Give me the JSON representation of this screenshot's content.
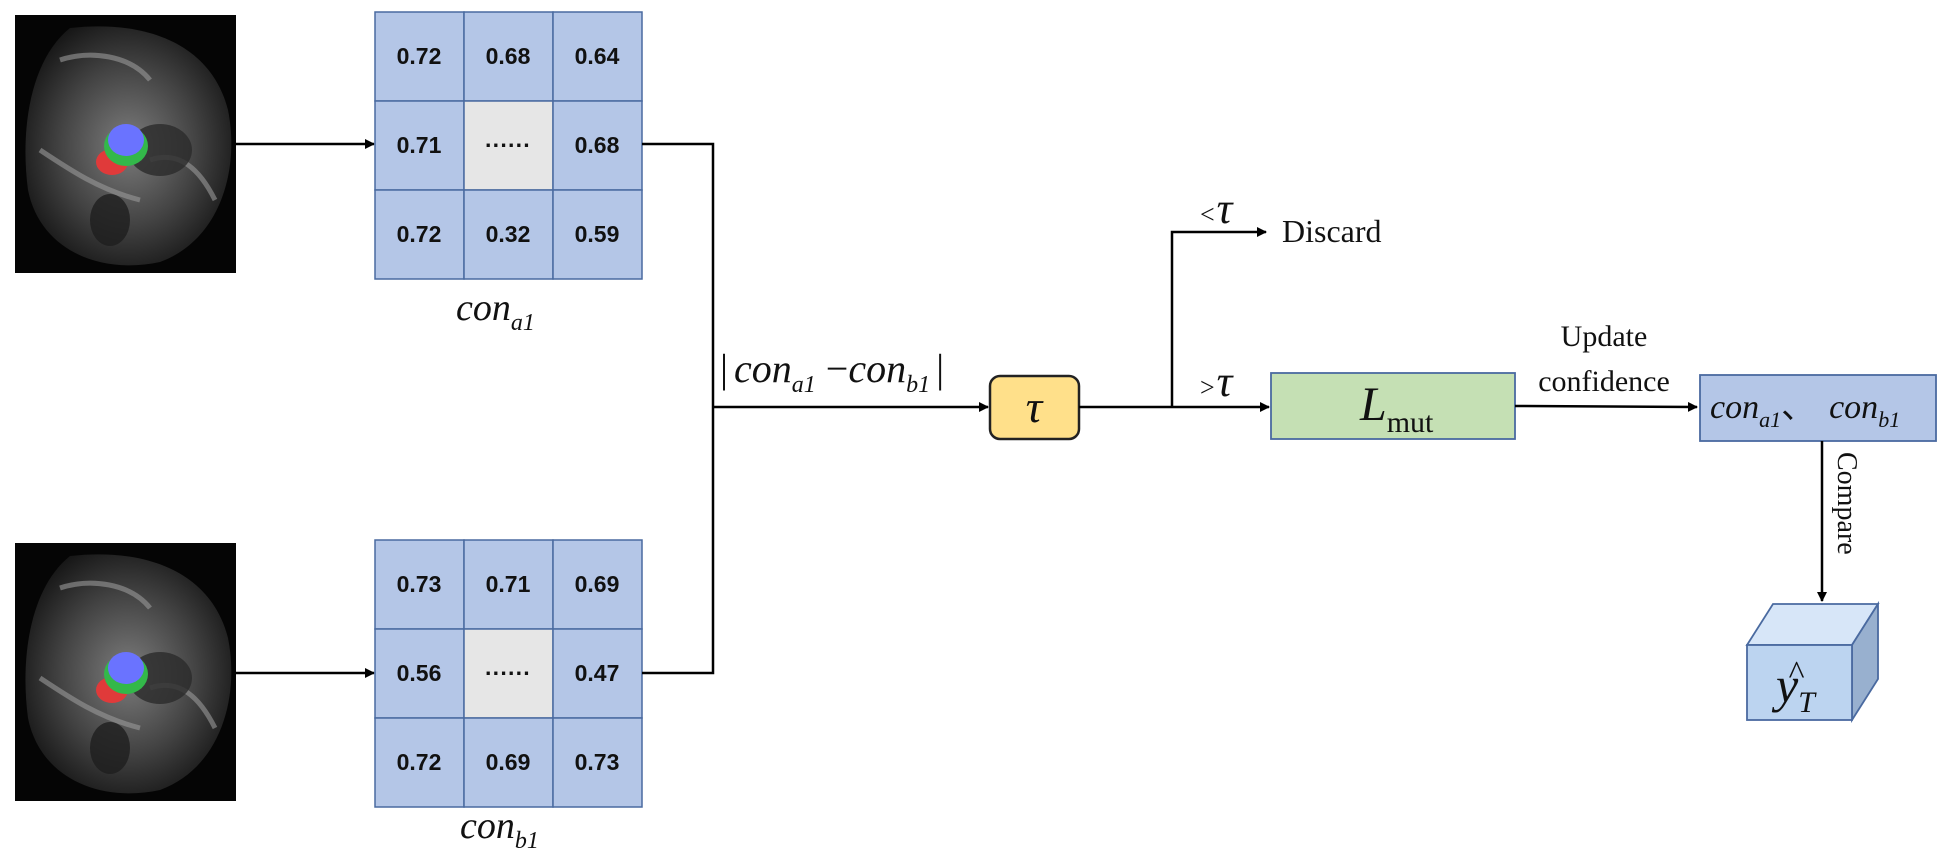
{
  "colors": {
    "grid_cell": "#b4c6e7",
    "grid_center": "#e6e6e6",
    "grid_border": "#4a6aa0",
    "tau_box": "#ffe08a",
    "loss_box": "#c5e0b4",
    "conf_box": "#b4c6e7",
    "cube_front": "#bcd4f0",
    "arrow": "#000000",
    "mask_blue": "#6a73ff",
    "mask_green": "#33b84a",
    "mask_red": "#e03a3a"
  },
  "images": {
    "top": {
      "name": "cardiac-mri-slice-a",
      "icon": "mri-image-with-segmentation"
    },
    "bottom": {
      "name": "cardiac-mri-slice-b",
      "icon": "mri-image-with-segmentation"
    }
  },
  "grid_a": {
    "cells": [
      "0.72",
      "0.68",
      "0.64",
      "0.71",
      "······",
      "0.68",
      "0.72",
      "0.32",
      "0.59"
    ],
    "label_base": "con",
    "label_sub": "a1"
  },
  "grid_b": {
    "cells": [
      "0.73",
      "0.71",
      "0.69",
      "0.56",
      "······",
      "0.47",
      "0.72",
      "0.69",
      "0.73"
    ],
    "label_base": "con",
    "label_sub": "b1"
  },
  "diff_label": {
    "bar": "|",
    "base": "con",
    "sub_a": "a1",
    "minus": "−",
    "sub_b": "b1"
  },
  "tau_symbol": "τ",
  "branch_discard": {
    "sign": "<",
    "symbol": "τ",
    "label": "Discard"
  },
  "branch_keep": {
    "sign": ">",
    "symbol": "τ"
  },
  "loss": {
    "base": "L",
    "sub": "mut"
  },
  "update_label": {
    "line1": "Update",
    "line2": "confidence"
  },
  "confidence_box": {
    "base": "con",
    "sub_a": "a1",
    "separator": "、",
    "sub_b": "b1"
  },
  "compare_label": "Compare",
  "cube_label": {
    "base": "y",
    "hat": "^",
    "sub": "T"
  }
}
